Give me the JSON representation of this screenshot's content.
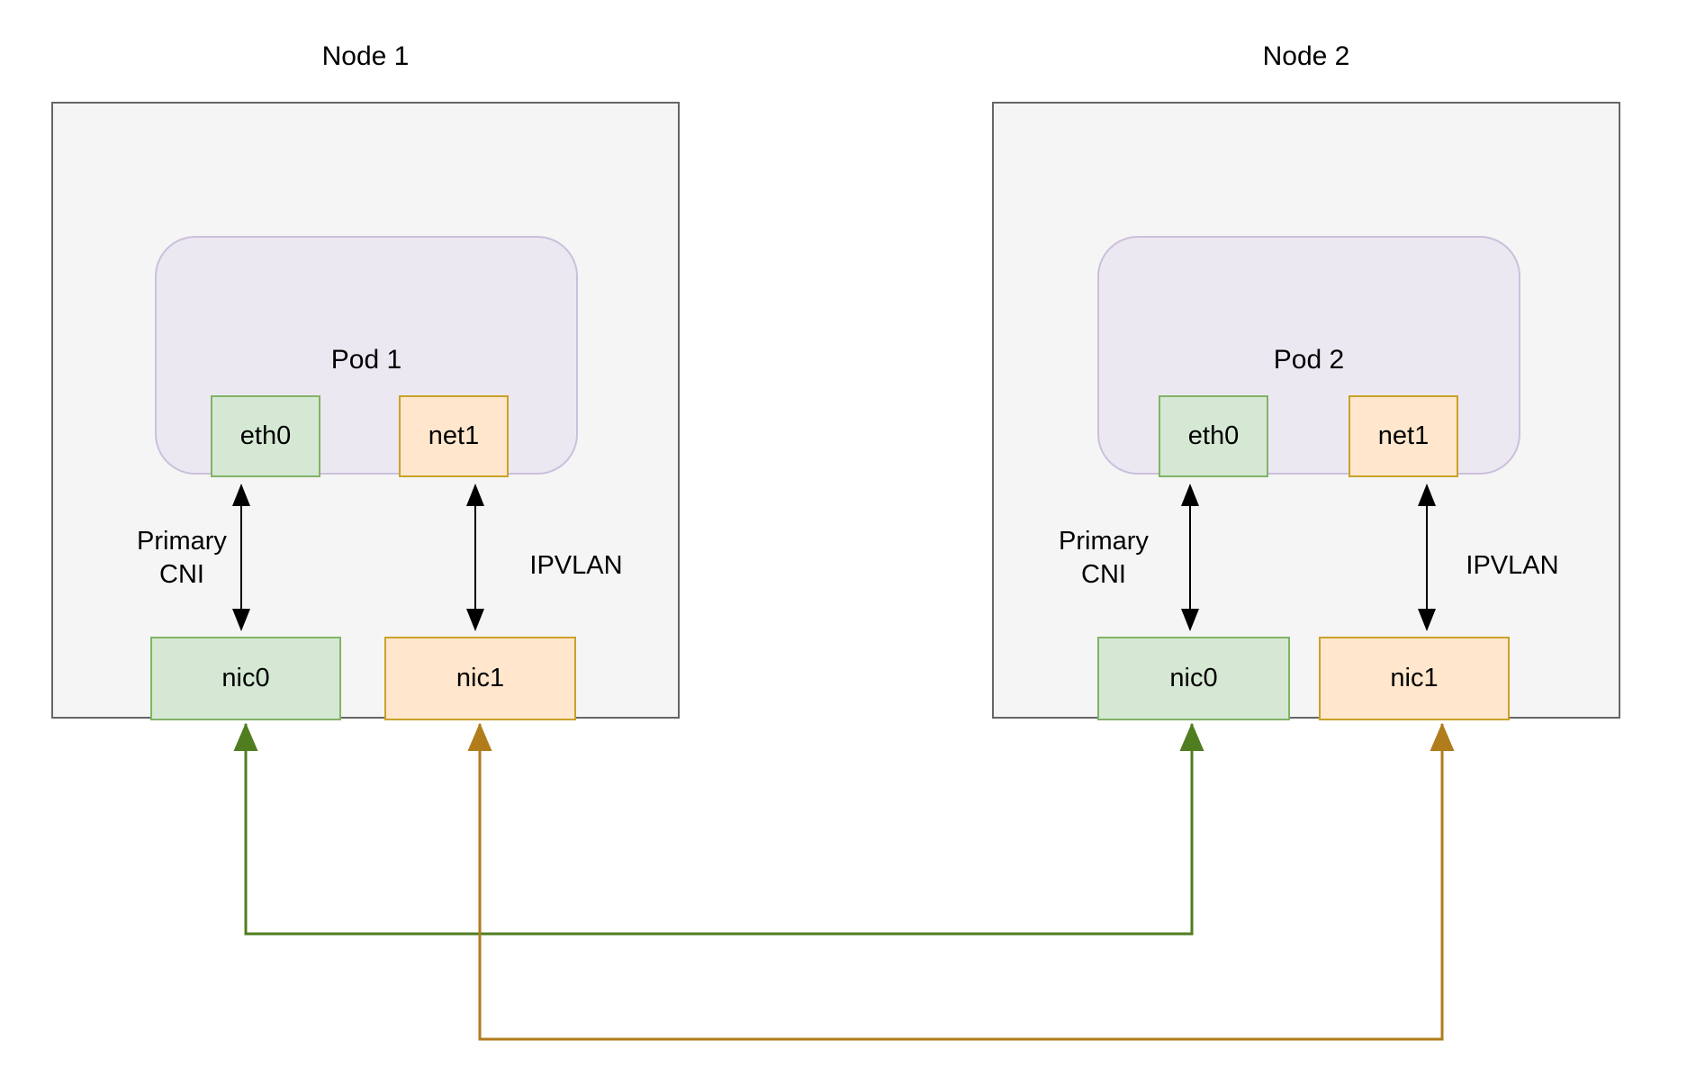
{
  "diagram": {
    "nodes": [
      {
        "title": "Node 1",
        "pod": {
          "title": "Pod 1",
          "interfaces": [
            {
              "label": "eth0",
              "color": "green"
            },
            {
              "label": "net1",
              "color": "orange"
            }
          ]
        },
        "nics": [
          {
            "label": "nic0",
            "color": "green"
          },
          {
            "label": "nic1",
            "color": "orange"
          }
        ],
        "edge_labels": [
          {
            "text": "Primary CNI"
          },
          {
            "text": "IPVLAN"
          }
        ]
      },
      {
        "title": "Node 2",
        "pod": {
          "title": "Pod 2",
          "interfaces": [
            {
              "label": "eth0",
              "color": "green"
            },
            {
              "label": "net1",
              "color": "orange"
            }
          ]
        },
        "nics": [
          {
            "label": "nic0",
            "color": "green"
          },
          {
            "label": "nic1",
            "color": "orange"
          }
        ],
        "edge_labels": [
          {
            "text": "Primary CNI"
          },
          {
            "text": "IPVLAN"
          }
        ]
      }
    ],
    "connections": [
      {
        "from": "Node 1 nic0",
        "to": "Node 2 nic0",
        "color": "#4f7d20"
      },
      {
        "from": "Node 1 nic1",
        "to": "Node 2 nic1",
        "color": "#b07c1c"
      }
    ],
    "colors": {
      "background": "#ffffff",
      "node-fill": "#f5f5f5",
      "node-border": "#666666",
      "pod-fill": "#ece8f1",
      "pod-border": "#cbc0dc",
      "green-fill": "#d5e8d4",
      "green-border": "#82b366",
      "orange-fill": "#ffe6cc",
      "orange-border": "#c9a227",
      "arrow-black": "#000000",
      "link-green": "#4f7d20",
      "link-orange": "#b07c1c",
      "text": "#000000"
    }
  }
}
